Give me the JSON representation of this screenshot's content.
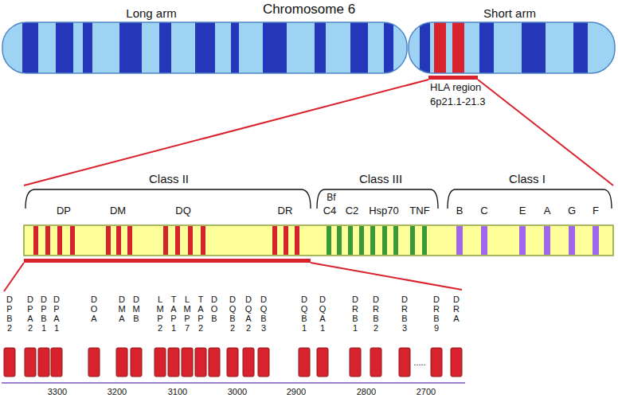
{
  "diagram": {
    "title": "Chromosome 6",
    "labels": [
      "Long arm",
      "Short arm",
      "HLA region",
      "6p21.1-21.3",
      "Class II",
      "Class III",
      "Class I",
      "DP",
      "DM",
      "DQ",
      "DR",
      "Bf",
      "C4",
      "C2",
      "Hsp70",
      "TNF",
      "B",
      "C",
      "E",
      "A",
      "G",
      "F",
      "DPB2",
      "DPA2",
      "DPB1",
      "DPA1",
      "DOA",
      "DMA",
      "DMB",
      "LMP2",
      "TAP1",
      "LMP7",
      "TAP2",
      "DOB",
      "DQB2",
      "DQA2",
      "DQB3",
      "DQB1",
      "DQA1",
      "DRB1",
      "DRB2",
      "DRB3",
      ".....",
      "DRB9",
      "DRA",
      "3300",
      "3200",
      "3100",
      "3000",
      "2900",
      "2800",
      "2700"
    ]
  }
}
